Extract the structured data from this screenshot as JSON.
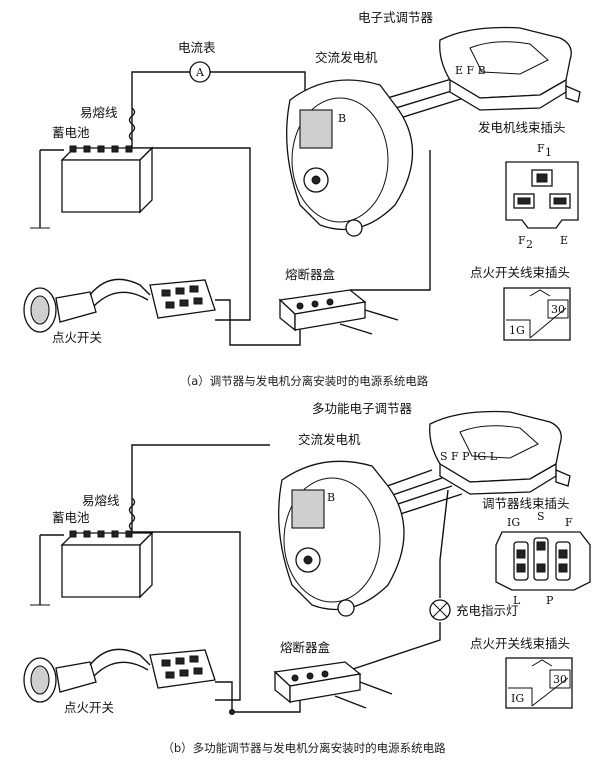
{
  "diagram_a": {
    "caption": "（a）调节器与发电机分离安装时的电源系统电路",
    "labels": {
      "ammeter": "电流表",
      "ammeter_symbol": "A",
      "fusible_link": "易熔线",
      "battery": "蓄电池",
      "alternator": "交流发电机",
      "regulator": "电子式调节器",
      "terminal_b": "B",
      "regulator_terminals": "E F B",
      "generator_connector": "发电机线束插头",
      "fuse_box": "熔断器盒",
      "ignition_switch": "点火开关",
      "ignition_connector": "点火开关线束插头"
    },
    "generator_pins": {
      "f1": "F",
      "f1_sub": "1",
      "f2": "F",
      "f2_sub": "2",
      "e": "E"
    },
    "ignition_pins": {
      "p30": "30",
      "ig": "1G"
    }
  },
  "diagram_b": {
    "caption": "（b）多功能调节器与发电机分离安装时的电源系统电路",
    "labels": {
      "regulator": "多功能电子调节器",
      "alternator": "交流发电机",
      "fusible_link": "易熔线",
      "battery": "蓄电池",
      "terminal_b": "B",
      "regulator_terminals": "S F P IG L",
      "regulator_connector": "调节器线束插头",
      "charge_lamp": "充电指示灯",
      "fuse_box": "熔断器盒",
      "ignition_switch": "点火开关",
      "ignition_connector": "点火开关线束插头"
    },
    "regulator_pins": {
      "ig": "IG",
      "s": "S",
      "f": "F",
      "l": "L",
      "p": "P"
    },
    "ignition_pins": {
      "p30": "30",
      "ig": "IG"
    }
  }
}
